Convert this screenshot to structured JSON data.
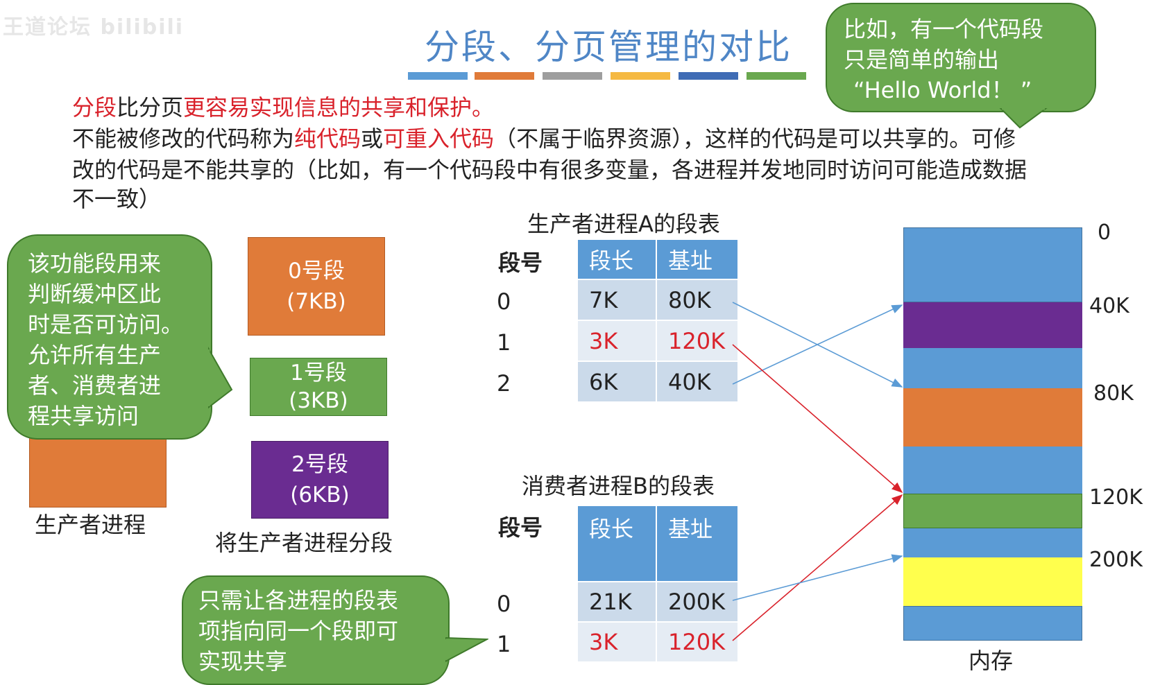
{
  "watermark": "王道论坛 bilibili",
  "title": "分段、分页管理的对比",
  "title_bar_colors": [
    "#5b9bd5",
    "#e07b39",
    "#9e9e9e",
    "#f5b942",
    "#3f6cb5",
    "#6aa84f"
  ],
  "intro": {
    "line1_a": "分段",
    "line1_b": "比分页",
    "line1_c": "更容易实现信息的共享和保护。",
    "line2_a": "不能被修改的代码称为",
    "line2_b": "纯代码",
    "line2_c": "或",
    "line2_d": "可重入代码",
    "line2_e": "（不属于临界资源），这样的代码是可以共享的。可修",
    "line3": "改的代码是不能共享的（比如，有一个代码段中有很多变量，各进程并发地同时访问可能造成数据",
    "line4": "不一致）"
  },
  "bubble_top_right": {
    "line1": "比如，有一个代码段",
    "line2": "只是简单的输出",
    "line3": "“Hello World！ ”"
  },
  "bubble_left": {
    "lines": [
      "该功能段用来",
      "判断缓冲区此",
      "时是否可访问。",
      "允许所有生产",
      "者、消费者进",
      "程共享访问"
    ]
  },
  "bubble_bottom": {
    "lines": [
      "只需让各进程的段表",
      "项指向同一个段即可",
      "实现共享"
    ]
  },
  "producer_label": "生产者进程",
  "segments": [
    {
      "name": "0号段",
      "size": "(7KB)",
      "color": "#e07b39"
    },
    {
      "name": "1号段",
      "size": "(3KB)",
      "color": "#6aa84f"
    },
    {
      "name": "2号段",
      "size": "(6KB)",
      "color": "#6a2c91"
    }
  ],
  "segments_caption": "将生产者进程分段",
  "table_a": {
    "title": "生产者进程A的段表",
    "seg_no_header": "段号",
    "headers": [
      "段长",
      "基址"
    ],
    "rows": [
      {
        "no": "0",
        "len": "7K",
        "base": "80K",
        "shared": false
      },
      {
        "no": "1",
        "len": "3K",
        "base": "120K",
        "shared": true
      },
      {
        "no": "2",
        "len": "6K",
        "base": "40K",
        "shared": false
      }
    ]
  },
  "table_b": {
    "title": "消费者进程B的段表",
    "seg_no_header": "段号",
    "headers": [
      "段长",
      "基址"
    ],
    "rows": [
      {
        "no": "0",
        "len": "21K",
        "base": "200K",
        "shared": false
      },
      {
        "no": "1",
        "len": "3K",
        "base": "120K",
        "shared": true
      }
    ]
  },
  "memory": {
    "caption": "内存",
    "labels": [
      "0",
      "40K",
      "80K",
      "120K",
      "200K"
    ],
    "colors": {
      "free": "#5b9bd5",
      "seg2": "#6a2c91",
      "seg0": "#e07b39",
      "seg1": "#6aa84f",
      "segB0": "#ffff4d"
    }
  },
  "arrow_colors": {
    "normal": "#5b9bd5",
    "shared": "#d9222b"
  }
}
